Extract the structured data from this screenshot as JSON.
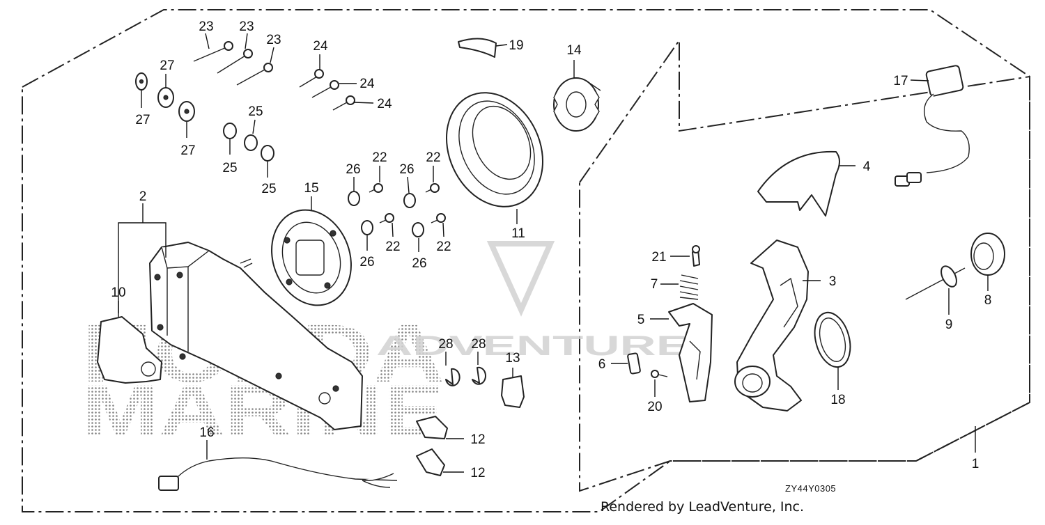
{
  "diagram": {
    "part_numbers": [
      "1",
      "2",
      "3",
      "4",
      "5",
      "6",
      "7",
      "8",
      "9",
      "10",
      "11",
      "12",
      "12",
      "13",
      "14",
      "15",
      "16",
      "17",
      "18",
      "19",
      "20",
      "21",
      "22",
      "22",
      "22",
      "22",
      "23",
      "23",
      "23",
      "24",
      "24",
      "24",
      "25",
      "25",
      "25",
      "26",
      "26",
      "26",
      "26",
      "27",
      "27",
      "27",
      "28",
      "28"
    ],
    "watermark": {
      "line1": "HONDA",
      "line2": "MARINE",
      "right": "ADVENTURE"
    },
    "drawing_code": "ZY44Y0305",
    "credit": "Rendered by LeadVenture, Inc."
  }
}
